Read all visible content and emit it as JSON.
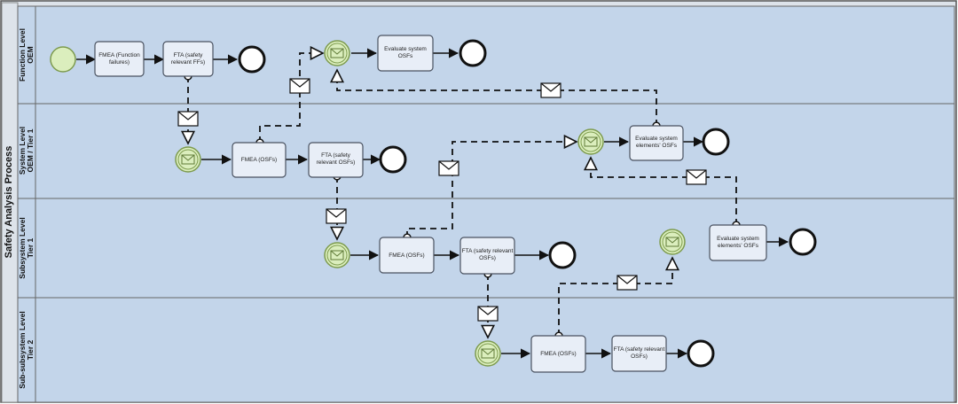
{
  "colors": {
    "lane_fill": "#c3d5ea",
    "lane_border": "#666666",
    "pool_header_fill": "#dde3ea",
    "task_fill": "#e8eef7",
    "task_stroke": "#4a5260",
    "start_fill": "#dbeebd",
    "start_stroke": "#7d9b4e",
    "end_stroke": "#111111",
    "flow": "#111111"
  },
  "pool": {
    "title": "Safety Analysis Process"
  },
  "lanes": [
    {
      "line1": "Function Level",
      "line2": "OEM"
    },
    {
      "line1": "System Level",
      "line2": "OEM / Tier 1"
    },
    {
      "line1": "Subsystem Level",
      "line2": "Tier 1"
    },
    {
      "line1": "Sub-subsystem Level",
      "line2": "Tier 2"
    }
  ],
  "tasks": {
    "f_fmea": [
      "FMEA (Function",
      "failures)"
    ],
    "f_fta": [
      "FTA (safety",
      "relevant FFs)"
    ],
    "f_eval": [
      "Evaluate system",
      "OSFs"
    ],
    "s_fmea": [
      "FMEA (OSFs)"
    ],
    "s_fta": [
      "FTA (safety",
      "relevant OSFs)"
    ],
    "s_eval": [
      "Evaluate system",
      "elements' OSFs"
    ],
    "ss_fmea": [
      "FMEA (OSFs)"
    ],
    "ss_fta": [
      "FTA (safety relevant",
      "OSFs)"
    ],
    "ss_eval": [
      "Evaluate system",
      "elements' OSFs"
    ],
    "sss_fmea": [
      "FMEA (OSFs)"
    ],
    "sss_fta": [
      "FTA (safety relevant",
      "OSFs)"
    ]
  },
  "icons": {
    "start_event": "plain-start-circle-icon",
    "message_event": "envelope-catch-event-icon",
    "end_event": "end-event-circle-icon",
    "message": "envelope-icon"
  }
}
